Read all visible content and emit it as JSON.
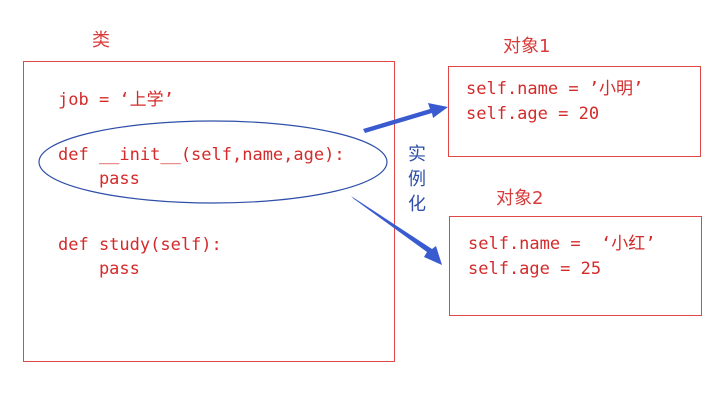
{
  "class_box": {
    "title": "类",
    "lines": [
      "job = ‘上学’",
      "def __init__(self,name,age):",
      "    pass",
      "def study(self):",
      "    pass"
    ]
  },
  "instantiate_label": [
    "实",
    "例",
    "化"
  ],
  "objects": [
    {
      "title": "对象1",
      "lines": [
        "self.name = ’小明’",
        "self.age = 20"
      ]
    },
    {
      "title": "对象2",
      "lines": [
        "self.name =  ‘小红’",
        "self.age = 25"
      ]
    }
  ],
  "colors": {
    "text": "#d42a2a",
    "border": "#e04848",
    "arrow": "#3a5bd0",
    "ellipse": "#2f4fa8"
  }
}
